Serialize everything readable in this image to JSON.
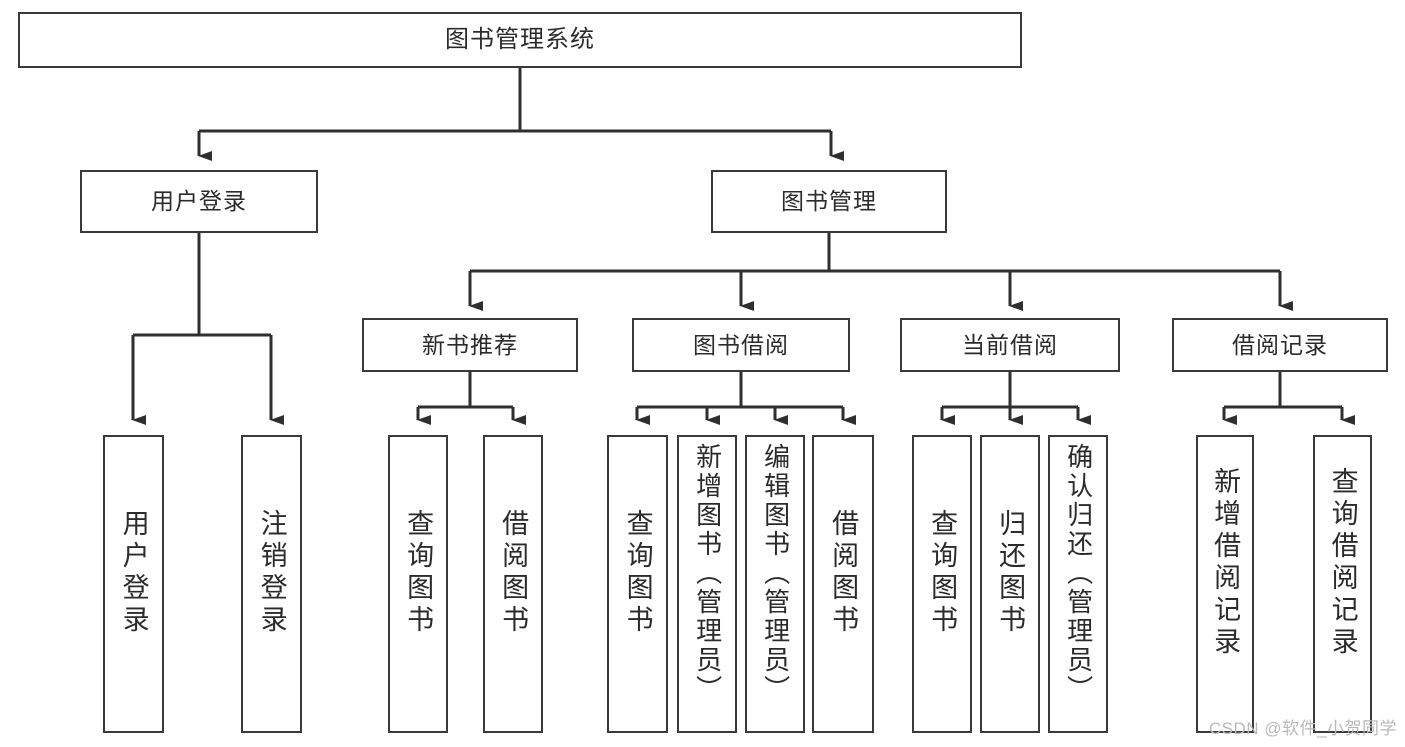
{
  "diagram": {
    "title": "图书管理系统",
    "root": {
      "label": "图书管理系统"
    },
    "level1": [
      {
        "label": "用户登录"
      },
      {
        "label": "图书管理"
      }
    ],
    "level2": [
      {
        "label": "新书推荐"
      },
      {
        "label": "图书借阅"
      },
      {
        "label": "当前借阅"
      },
      {
        "label": "借阅记录"
      }
    ],
    "leaves": {
      "user_login": [
        {
          "label": "用户登录"
        },
        {
          "label": "注销登录"
        }
      ],
      "new_book_recommend": [
        {
          "label": "查询图书"
        },
        {
          "label": "借阅图书"
        }
      ],
      "book_borrow": [
        {
          "label": "查询图书"
        },
        {
          "label": "新增图书（管理员）"
        },
        {
          "label": "编辑图书（管理员）"
        },
        {
          "label": "借阅图书"
        }
      ],
      "current_borrow": [
        {
          "label": "查询图书"
        },
        {
          "label": "归还图书"
        },
        {
          "label": "确认归还（管理员）"
        }
      ],
      "borrow_record": [
        {
          "label": "新增借阅记录"
        },
        {
          "label": "查询借阅记录"
        }
      ]
    }
  },
  "watermark": {
    "text": "CSDN @软件_小贺同学"
  },
  "colors": {
    "border": "#3a3a3a",
    "text": "#2b2b2b",
    "background": "#ffffff",
    "connector": "#2f2f2f",
    "watermark": "#b9b9b9"
  }
}
